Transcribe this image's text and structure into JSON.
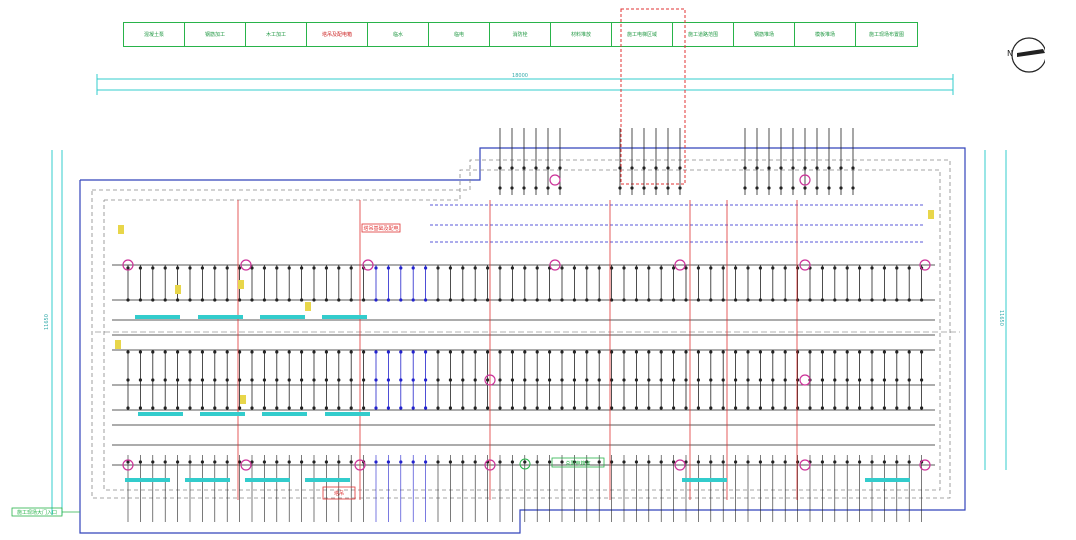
{
  "legend": {
    "items": [
      {
        "label": "混凝土泵"
      },
      {
        "label": "钢筋加工"
      },
      {
        "label": "木工加工"
      },
      {
        "label": "塔吊及配电箱",
        "highlight": true
      },
      {
        "label": "临水"
      },
      {
        "label": "临电"
      },
      {
        "label": "消防栓"
      },
      {
        "label": "材料堆放"
      },
      {
        "label": "施工电梯区域"
      },
      {
        "label": "施工道路范围"
      },
      {
        "label": "钢筋堆场"
      },
      {
        "label": "模板堆场"
      },
      {
        "label": "施工现场布置图"
      }
    ]
  },
  "labels": {
    "top_dimension": "18000",
    "left_dimension": "11650",
    "right_dimension": "11650",
    "red_note_upper": "塔吊基础及配电",
    "red_note_lower": "塔吊",
    "green_note": "总配电箱室",
    "entrance_note": "施工现场大门入口"
  },
  "compass": {
    "letter": "N"
  },
  "colors": {
    "green": "#29b34a",
    "red": "#e03333",
    "blue": "#2222cc",
    "black": "#222222",
    "cyan": "#33cccc",
    "yellow": "#e8d64a",
    "magenta": "#cc3399"
  }
}
